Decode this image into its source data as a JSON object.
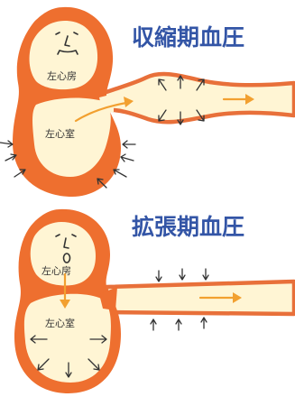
{
  "colors": {
    "heart_wall": "#ee6f2f",
    "interior": "#fff5d4",
    "vessel_outline": "#e8703a",
    "blood_arrow": "#f2a030",
    "title_text": "#3355a6",
    "label_text": "#333333"
  },
  "systolic": {
    "title": "収縮期血圧",
    "atrium_label": "左心房",
    "ventricle_label": "左心室"
  },
  "diastolic": {
    "title": "拡張期血圧",
    "atrium_label": "左心房",
    "ventricle_label": "左心室"
  }
}
